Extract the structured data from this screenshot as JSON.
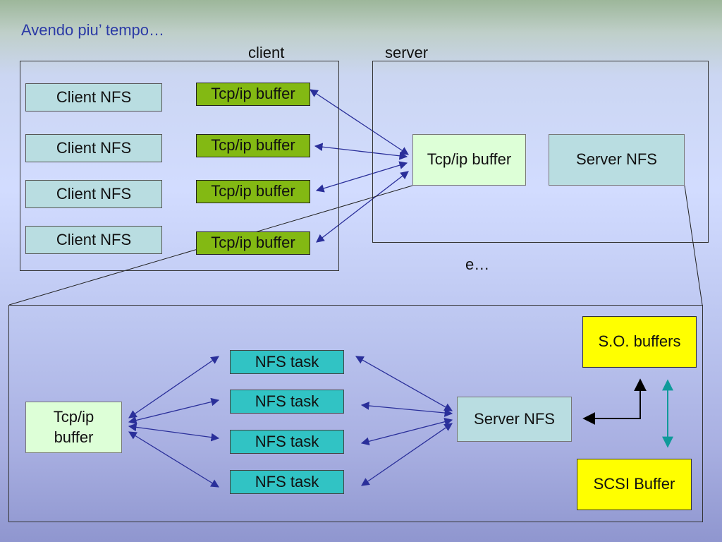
{
  "title": "Avendo piu’ tempo…",
  "labels": {
    "client": "client",
    "server": "server",
    "ellipsis": "e…"
  },
  "top": {
    "client_nfs": [
      "Client NFS",
      "Client NFS",
      "Client NFS",
      "Client NFS"
    ],
    "tcp_buffers": [
      "Tcp/ip buffer",
      "Tcp/ip buffer",
      "Tcp/ip buffer",
      "Tcp/ip buffer"
    ],
    "server_tcp": "Tcp/ip buffer",
    "server_nfs": "Server NFS"
  },
  "bottom": {
    "tcp_line1": "Tcp/ip",
    "tcp_line2": "buffer",
    "tasks": [
      "NFS task",
      "NFS task",
      "NFS task",
      "NFS task"
    ],
    "server_nfs": "Server NFS",
    "so_buffers": "S.O. buffers",
    "scsi_buffer": "SCSI Buffer"
  },
  "colors": {
    "title": "#2b3aa6",
    "arrow_blue": "#2a2f9a",
    "arrow_teal": "#0f9a9a",
    "tcp_green": "#83b913",
    "tcp_light": "#ddffd7",
    "nfs_box": "#b9dde1",
    "nfs_task": "#31c3c4",
    "yellow": "#ffff00"
  }
}
